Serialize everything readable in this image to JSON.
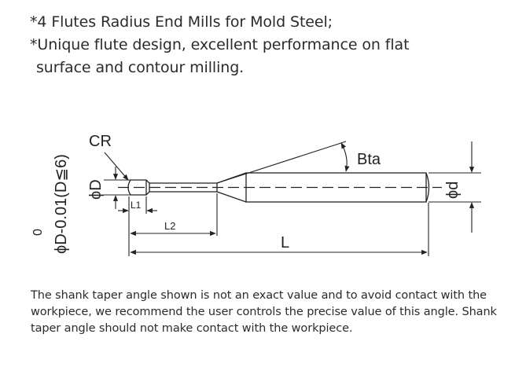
{
  "features": [
    {
      "line1": "*4 Flutes Radius End Mills for Mold Steel;",
      "line2": ""
    },
    {
      "line1": "*Unique flute design, excellent performance on flat",
      "line2": "surface and contour milling."
    }
  ],
  "diagram": {
    "labels": {
      "cr": "CR",
      "bta": "Bta",
      "phi_d_small": "ϕD",
      "phi_d_shank": "ϕd",
      "l1": "L1",
      "l2": "L2",
      "l": "L",
      "tolerance_main": "ϕD-0.01(D≦6)",
      "tolerance_sup": "0"
    }
  },
  "note": "The shank taper angle shown is not an exact value and to avoid contact with the workpiece, we recommend the user controls the precise value of this angle. Shank taper angle should not make contact with the workpiece."
}
